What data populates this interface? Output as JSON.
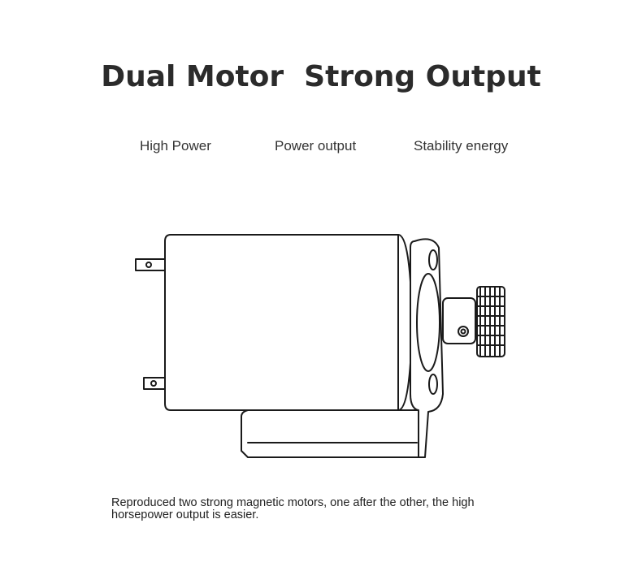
{
  "title": "Dual Motor  Strong Output",
  "features": [
    "High Power",
    "Power output",
    "Stability energy"
  ],
  "illustration": {
    "icon": "dc-motor-icon"
  },
  "caption": "Reproduced two strong magnetic motors, one after the other, the high horsepower output is easier."
}
